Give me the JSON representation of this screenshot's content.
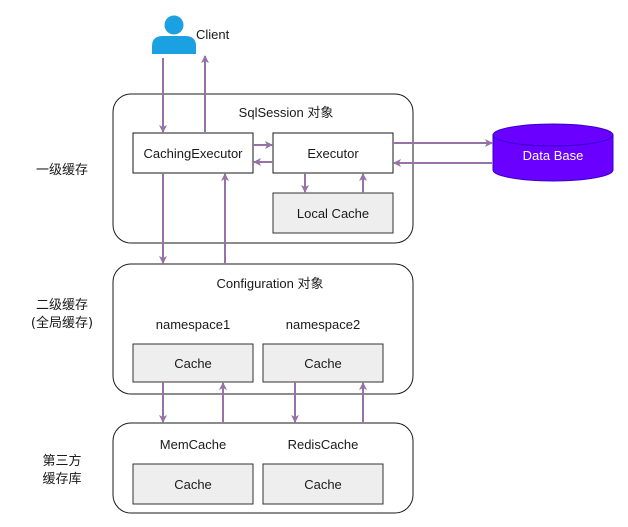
{
  "client": {
    "label": "Client",
    "icon": "user-icon",
    "icon_color": "#1ba1e2"
  },
  "tiers": [
    {
      "lines": [
        "一级缓存"
      ]
    },
    {
      "lines": [
        "二级缓存",
        "(全局缓存)"
      ]
    },
    {
      "lines": [
        "第三方",
        "缓存库"
      ]
    }
  ],
  "session": {
    "title": "SqlSession 对象",
    "caching_executor": "CachingExecutor",
    "executor": "Executor",
    "local_cache": "Local Cache"
  },
  "database": {
    "label": "Data Base",
    "color": "#6a00ff"
  },
  "configuration": {
    "title": "Configuration 对象",
    "namespaces": [
      {
        "name": "namespace1",
        "cache": "Cache"
      },
      {
        "name": "namespace2",
        "cache": "Cache"
      }
    ]
  },
  "third_party": [
    {
      "name": "MemCache",
      "cache": "Cache"
    },
    {
      "name": "RedisCache",
      "cache": "Cache"
    }
  ],
  "colors": {
    "arrow": "#9673a6",
    "cache_fill": "#eeeeee"
  }
}
